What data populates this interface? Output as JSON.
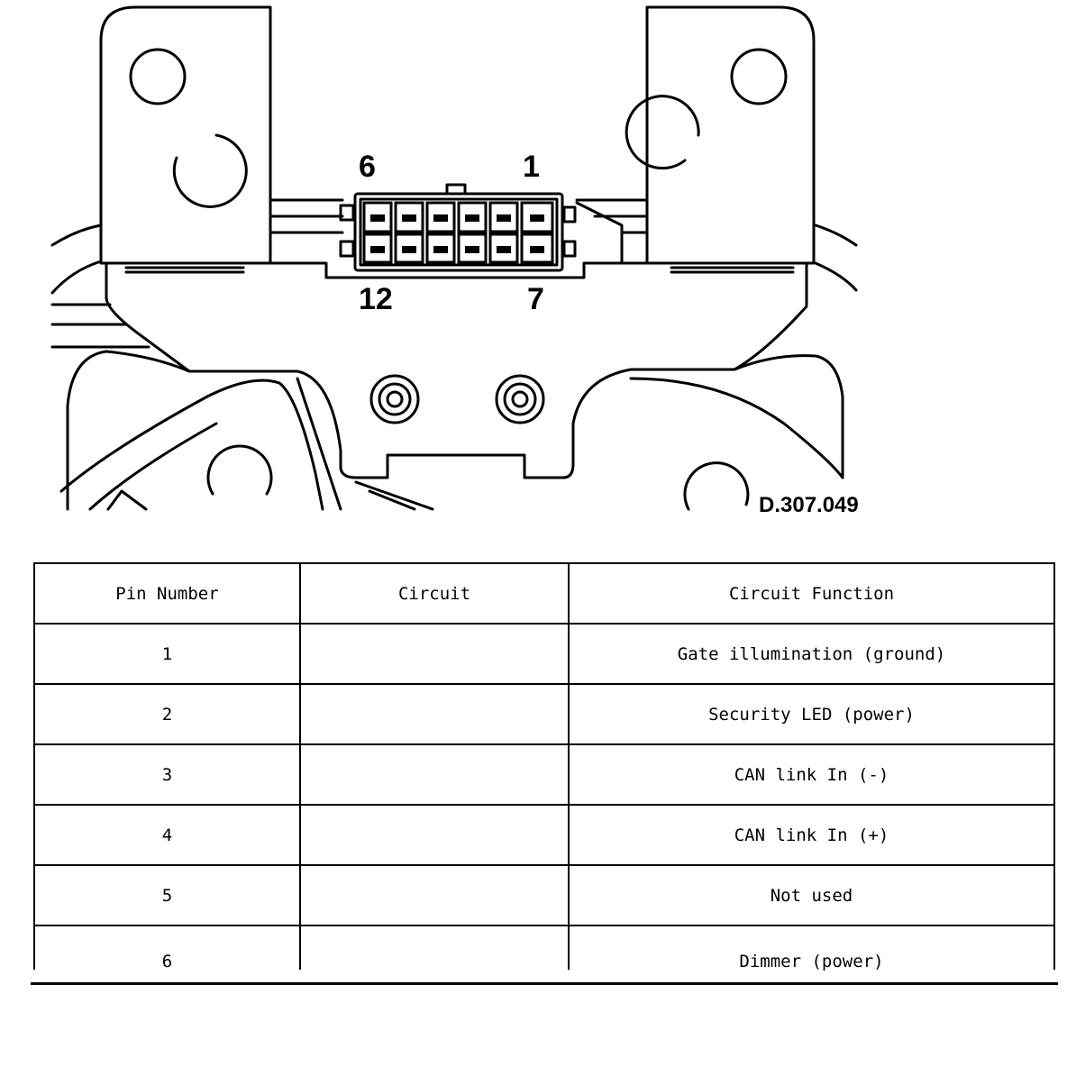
{
  "diagram": {
    "pin_labels": {
      "top_left": "6",
      "top_right": "1",
      "bottom_left": "12",
      "bottom_right": "7"
    },
    "figure_code": "D.307.049"
  },
  "table": {
    "headers": [
      "Pin Number",
      "Circuit",
      "Circuit Function"
    ],
    "rows": [
      {
        "pin": "1",
        "circuit": "",
        "function": "Gate illumination (ground)"
      },
      {
        "pin": "2",
        "circuit": "",
        "function": "Security LED (power)"
      },
      {
        "pin": "3",
        "circuit": "",
        "function": "CAN link In (-)"
      },
      {
        "pin": "4",
        "circuit": "",
        "function": "CAN link In (+)"
      },
      {
        "pin": "5",
        "circuit": "",
        "function": "Not used"
      },
      {
        "pin": "6",
        "circuit": "",
        "function": "Dimmer (power)"
      }
    ]
  }
}
